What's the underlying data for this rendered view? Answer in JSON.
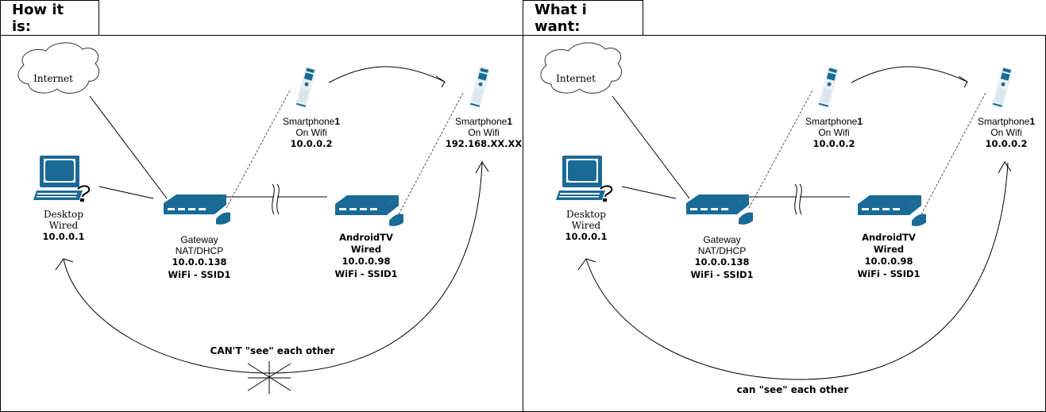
{
  "colors": {
    "device": "#1a6a96",
    "line": "#000000"
  },
  "panels": [
    {
      "title": "How it is:",
      "internet": "Internet",
      "desktop": {
        "name": "Desktop",
        "conn": "Wired",
        "ip": "10.0.0.1"
      },
      "gateway": {
        "name": "Gateway",
        "role": "NAT/DHCP",
        "ip": "10.0.0.138",
        "wifi": "WiFi - SSID1"
      },
      "androidtv": {
        "name": "AndroidTV",
        "conn": "Wired",
        "ip": "10.0.0.98",
        "wifi": "WiFi - SSID1"
      },
      "phone_a": {
        "name": "Smartphone",
        "num": "1",
        "conn": "On Wifi",
        "ip": "10.0.0.2"
      },
      "phone_b": {
        "name": "Smartphone",
        "num": "1",
        "conn": "On Wifi",
        "ip": "192.168.XX.XX"
      },
      "note": "CAN'T \"see\" each other",
      "blocked": true
    },
    {
      "title": "What i want:",
      "internet": "Internet",
      "desktop": {
        "name": "Desktop",
        "conn": "Wired",
        "ip": "10.0.0.1"
      },
      "gateway": {
        "name": "Gateway",
        "role": "NAT/DHCP",
        "ip": "10.0.0.138",
        "wifi": "WiFi - SSID1"
      },
      "androidtv": {
        "name": "AndroidTV",
        "conn": "Wired",
        "ip": "10.0.0.98",
        "wifi": "WiFi - SSID1"
      },
      "phone_a": {
        "name": "Smartphone",
        "num": "1",
        "conn": "On Wifi",
        "ip": "10.0.0.2"
      },
      "phone_b": {
        "name": "Smartphone",
        "num": "1",
        "conn": "On Wifi",
        "ip": "10.0.0.2"
      },
      "note": "can \"see\" each other",
      "blocked": false
    }
  ]
}
